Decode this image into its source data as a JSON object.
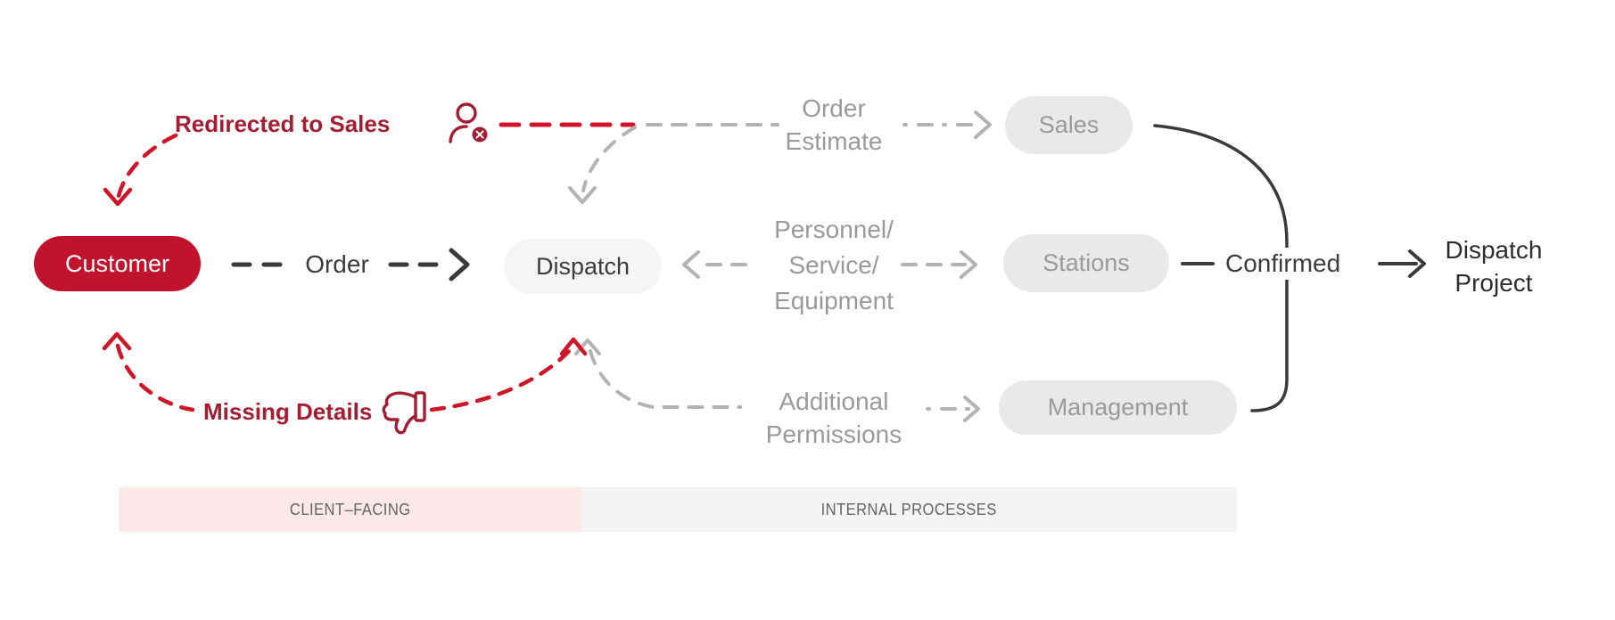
{
  "diagram": {
    "nodes": {
      "customer": "Customer",
      "dispatch": "Dispatch",
      "sales": "Sales",
      "stations": "Stations",
      "management": "Management",
      "dispatch_project": {
        "line1": "Dispatch",
        "line2": "Project"
      }
    },
    "edges": {
      "order": "Order",
      "order_estimate": {
        "line1": "Order",
        "line2": "Estimate"
      },
      "personnel": {
        "line1": "Personnel/",
        "line2": "Service/",
        "line3": "Equipment"
      },
      "additional_permissions": {
        "line1": "Additional",
        "line2": "Permissions"
      },
      "confirmed": "Confirmed",
      "redirected_to_sales": "Redirected to Sales",
      "missing_details": "Missing Details"
    },
    "bands": {
      "client_facing": "CLIENT–FACING",
      "internal_processes": "INTERNAL PROCESSES"
    },
    "icons": {
      "person_remove": "person-remove-icon",
      "thumbs_down": "thumbs-down-icon"
    },
    "colors": {
      "brand_red": "#C2132E",
      "red_text": "#A31D33",
      "red_dash": "#CF1628",
      "gray_text": "#9A9A9A",
      "gray_dash": "#B3B3B3",
      "dark": "#3A3A3A",
      "pill_gray_bg": "#E9E9E9",
      "dispatch_pill_bg": "#F5F5F5",
      "band_pink": "#FCE8E8",
      "band_gray": "#F4F4F4"
    }
  }
}
